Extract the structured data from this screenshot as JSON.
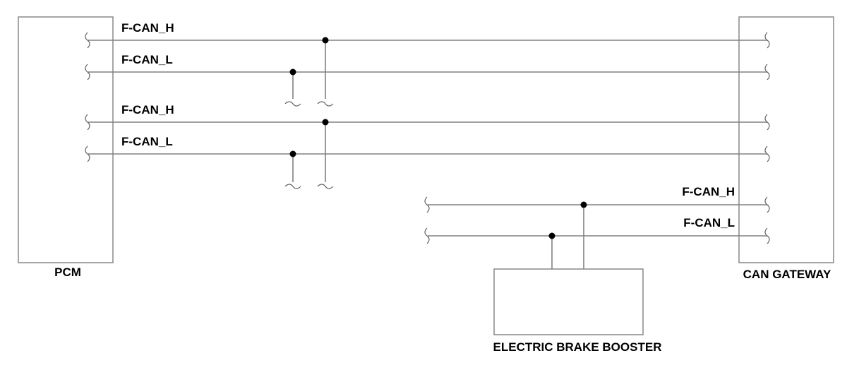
{
  "colors": {
    "wire": "#808080",
    "node": "#000000",
    "text": "#000000",
    "background": "#ffffff"
  },
  "components": {
    "pcm": "PCM",
    "can_gateway": "CAN GATEWAY",
    "electric_brake_booster": "ELECTRIC BRAKE BOOSTER"
  },
  "signals": {
    "bus1_high": "F-CAN_H",
    "bus1_low": "F-CAN_L",
    "bus2_high": "F-CAN_H",
    "bus2_low": "F-CAN_L",
    "bus3_high": "F-CAN_H",
    "bus3_low": "F-CAN_L"
  }
}
